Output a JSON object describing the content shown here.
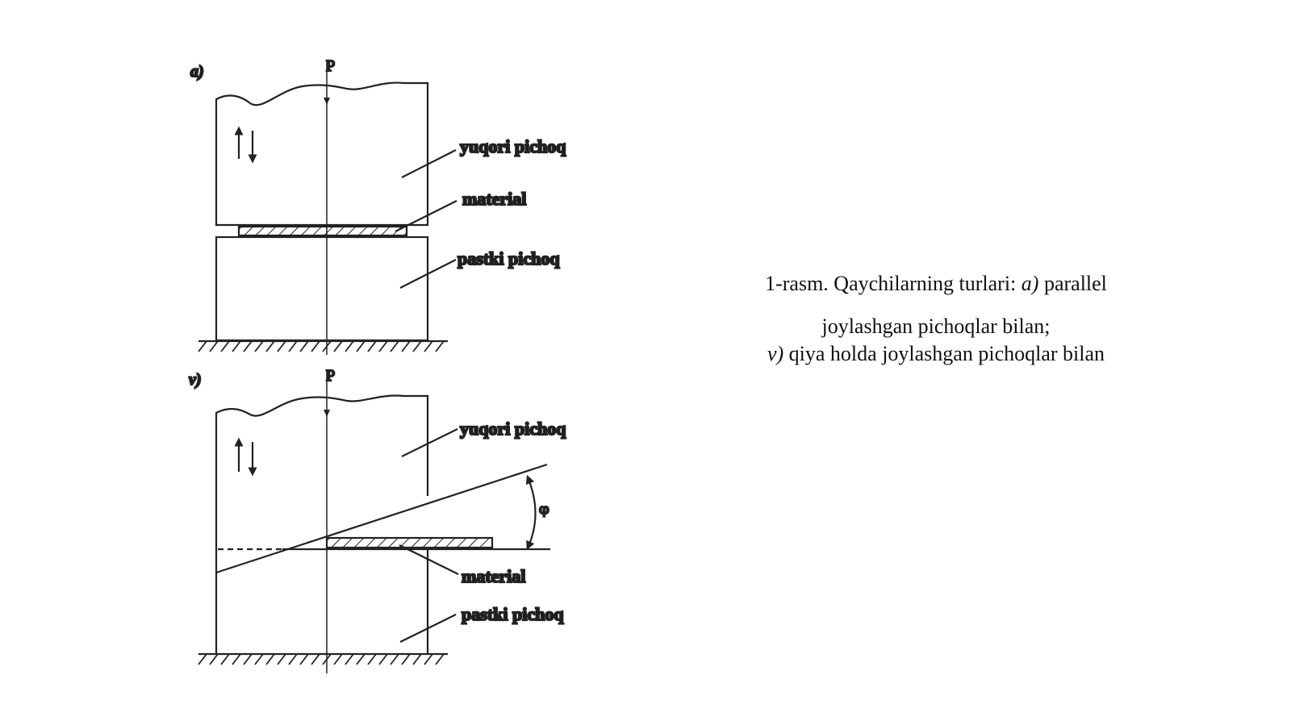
{
  "diagram": {
    "panel_a": {
      "letter": "a)",
      "force": "P",
      "upper_knife": "yuqori pichoq",
      "material": "material",
      "lower_knife": "pastki pichoq"
    },
    "panel_v": {
      "letter": "v)",
      "force": "P",
      "upper_knife": "yuqori pichoq",
      "material": "material",
      "lower_knife": "pastki pichoq",
      "angle": "φ"
    }
  },
  "caption": {
    "prefix": "1-rasm. Qaychilarning turlari: ",
    "a_marker": "a)",
    "a_text": " parallel",
    "line2": "joylashgan pichoqlar bilan;",
    "v_marker": "v)",
    "v_text": " qiya holda joylashgan pichoqlar bilan"
  }
}
